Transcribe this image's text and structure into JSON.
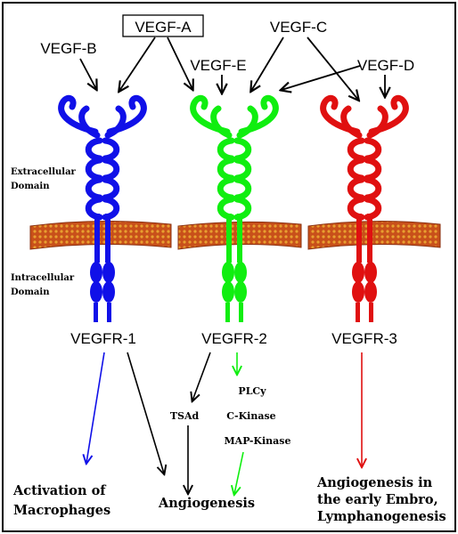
{
  "ligands": {
    "vegf_a": "VEGF-A",
    "vegf_b": "VEGF-B",
    "vegf_c": "VEGF-C",
    "vegf_d": "VEGF-D",
    "vegf_e": "VEGF-E"
  },
  "domains": {
    "extracellular_line1": "Extracellular",
    "extracellular_line2": "Domain",
    "intracellular_line1": "Intracellular",
    "intracellular_line2": "Domain"
  },
  "receptors": {
    "r1": {
      "label": "VEGFR-1",
      "color": "#1010e8"
    },
    "r2": {
      "label": "VEGFR-2",
      "color": "#10ee10"
    },
    "r3": {
      "label": "VEGFR-3",
      "color": "#e01010"
    }
  },
  "signaling": {
    "tsad": "TSAd",
    "plcy": "PLCy",
    "ckinase": "C-Kinase",
    "mapkinase": "MAP-Kinase"
  },
  "outcomes": {
    "macrophages_line1": "Activation of",
    "macrophages_line2": "Macrophages",
    "angiogenesis": "Angiogenesis",
    "embryo_line1": "Angiogenesis in",
    "embryo_line2": "the early Embro,",
    "embryo_line3": "Lymphanogenesis"
  },
  "colors": {
    "membrane_body": "#c8501a",
    "membrane_edge": "#e8a030",
    "arrow": "#000000",
    "arrow_blue": "#1010e8",
    "arrow_green": "#10ee10",
    "arrow_red": "#e01010"
  }
}
